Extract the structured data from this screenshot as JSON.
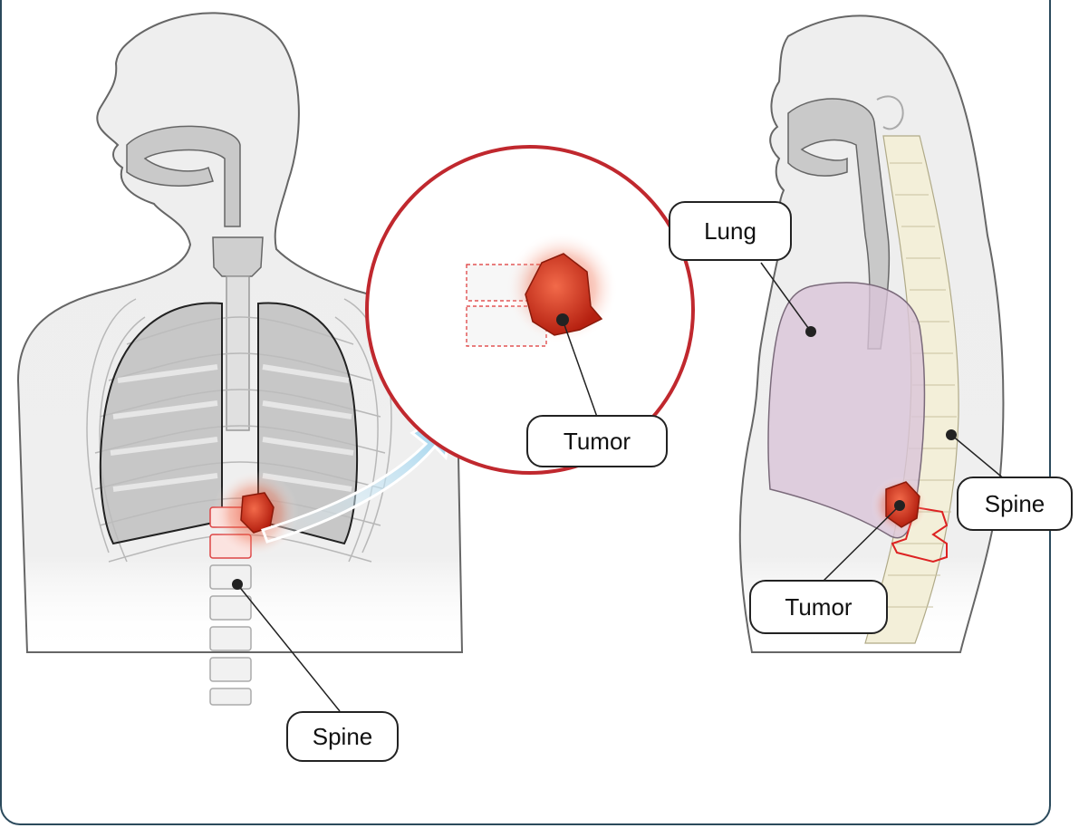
{
  "labels": {
    "front_spine": "Spine",
    "zoom_tumor": "Tumor",
    "side_lung": "Lung",
    "side_spine": "Spine",
    "side_tumor": "Tumor"
  },
  "colors": {
    "frame": "#2b4a5c",
    "tumor": "#c8321e",
    "zoom_circle": "#c0282e",
    "lung_side": "#d9c4d8",
    "arrow": "#9fd4ee"
  }
}
